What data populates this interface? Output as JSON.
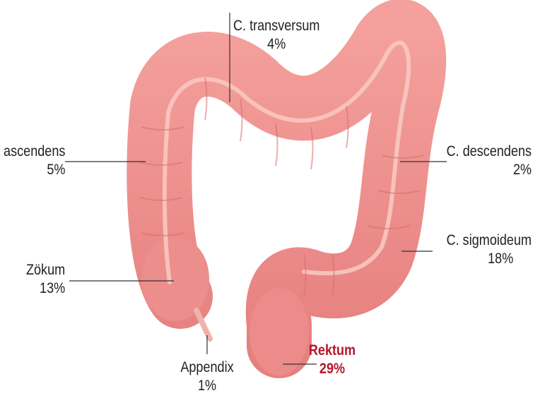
{
  "colors": {
    "organ_fill": "#ef8f8e",
    "organ_dark": "#d9706f",
    "organ_highlight": "#f7c4bd",
    "leader_line": "#333333",
    "label_text": "#222222",
    "highlight_text": "#b5172a"
  },
  "labels": {
    "transversum": {
      "name": "C. transversum",
      "pct": "4%"
    },
    "ascendens": {
      "name": "C. ascendens",
      "pct": "5%"
    },
    "descendens": {
      "name": "C. descendens",
      "pct": "2%"
    },
    "sigmoideum": {
      "name": "C. sigmoideum",
      "pct": "18%"
    },
    "zoekum": {
      "name": "Zökum",
      "pct": "13%"
    },
    "appendix": {
      "name": "Appendix",
      "pct": "1%"
    },
    "rektum": {
      "name": "Rektum",
      "pct": "29%"
    }
  }
}
